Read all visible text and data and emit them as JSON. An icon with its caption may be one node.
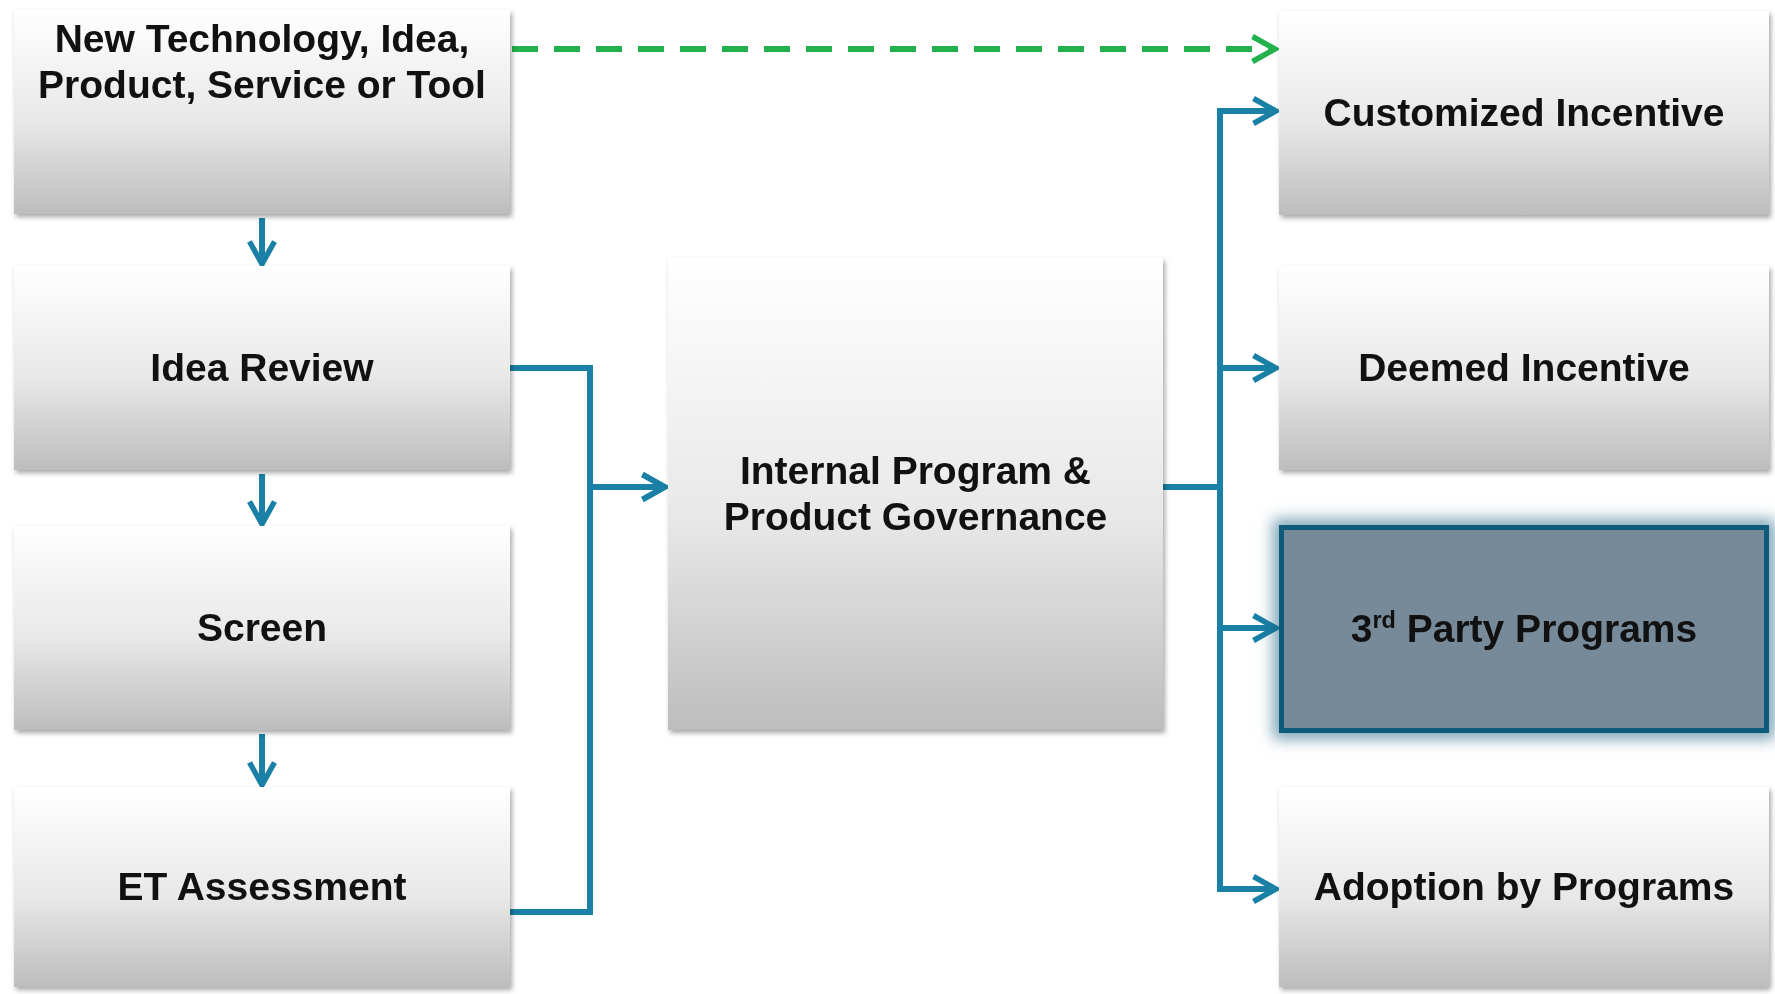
{
  "diagram": {
    "nodes": [
      {
        "text": [
          "New Technology, Idea, Product, Service or Tool"
        ]
      },
      {
        "text": [
          "Idea Review"
        ]
      },
      {
        "text": [
          "Screen"
        ]
      },
      {
        "text": [
          "ET Assessment"
        ]
      },
      {
        "text": [
          "Internal Program & Product Governance"
        ]
      },
      {
        "text": [
          "Customized Incentive"
        ]
      },
      {
        "text": [
          "Deemed Incentive"
        ]
      },
      {
        "text": [
          "3$^{rd}$ Party Programs"
        ]
      },
      {
        "text": [
          "Adoption by Programs"
        ]
      }
    ],
    "edges": [
      {
        "from": 0,
        "to": 1,
        "arrow": "to"
      },
      {
        "from": 1,
        "to": 2,
        "arrow": "to"
      },
      {
        "from": 2,
        "to": 3,
        "arrow": "to"
      },
      {
        "from": 0,
        "to": 5,
        "arrow": "to",
        "style": "dashed",
        "color": "#22b14c"
      },
      {
        "from": 1,
        "to": 4,
        "arrow": "to"
      },
      {
        "from": 3,
        "to": 4,
        "arrow": "to"
      },
      {
        "from": 4,
        "to": 5,
        "arrow": "to"
      },
      {
        "from": 4,
        "to": 6,
        "arrow": "to"
      },
      {
        "from": 4,
        "to": 7,
        "arrow": "to"
      },
      {
        "from": 4,
        "to": 8,
        "arrow": "to"
      }
    ]
  }
}
